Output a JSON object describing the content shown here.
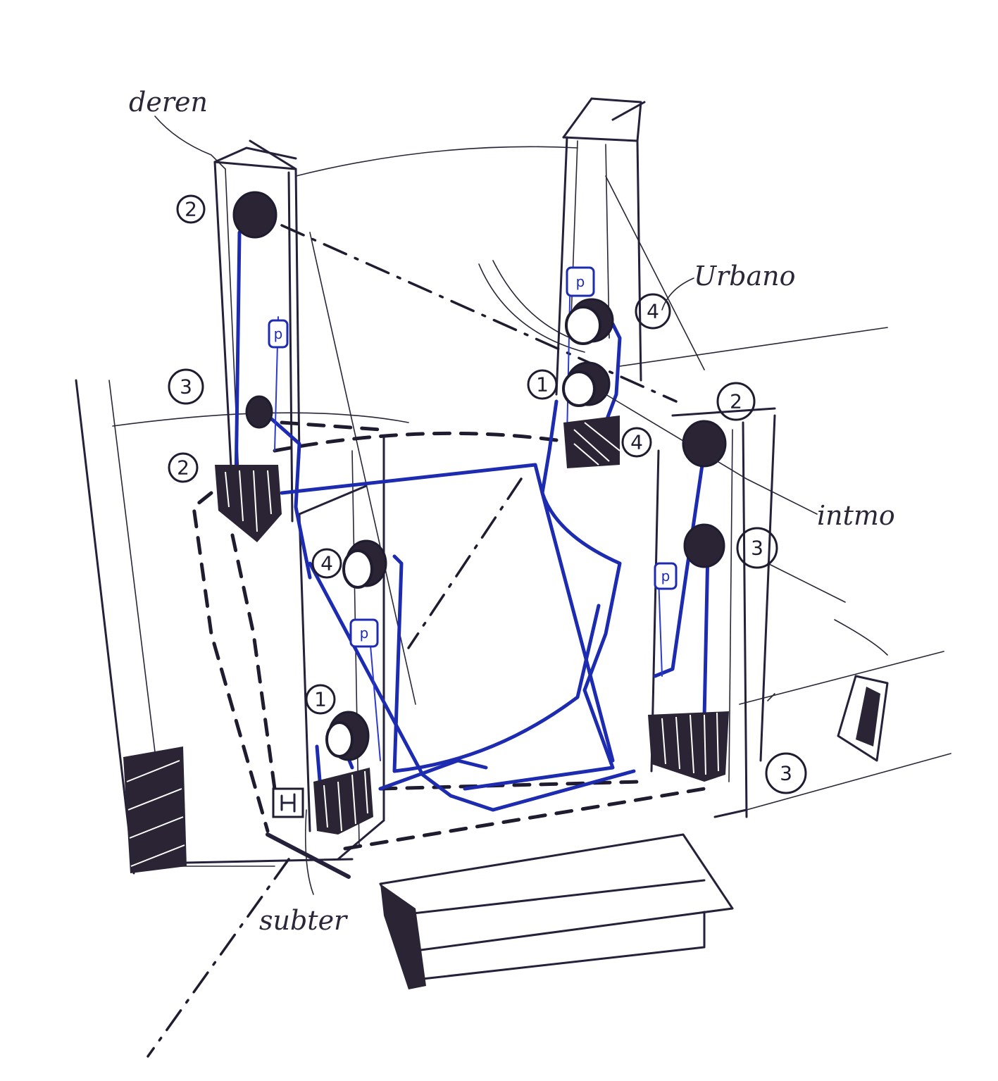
{
  "labels": {
    "top_left": "deren",
    "top_right": "Urbano",
    "right_mid": "intmo",
    "bottom": "subter"
  },
  "markers": [
    "2",
    "3",
    "2",
    "4",
    "1",
    "4",
    "1",
    "4",
    "2",
    "3",
    "3"
  ],
  "colors": {
    "ink": "#25213a",
    "wiring": "#1c2bb0"
  }
}
